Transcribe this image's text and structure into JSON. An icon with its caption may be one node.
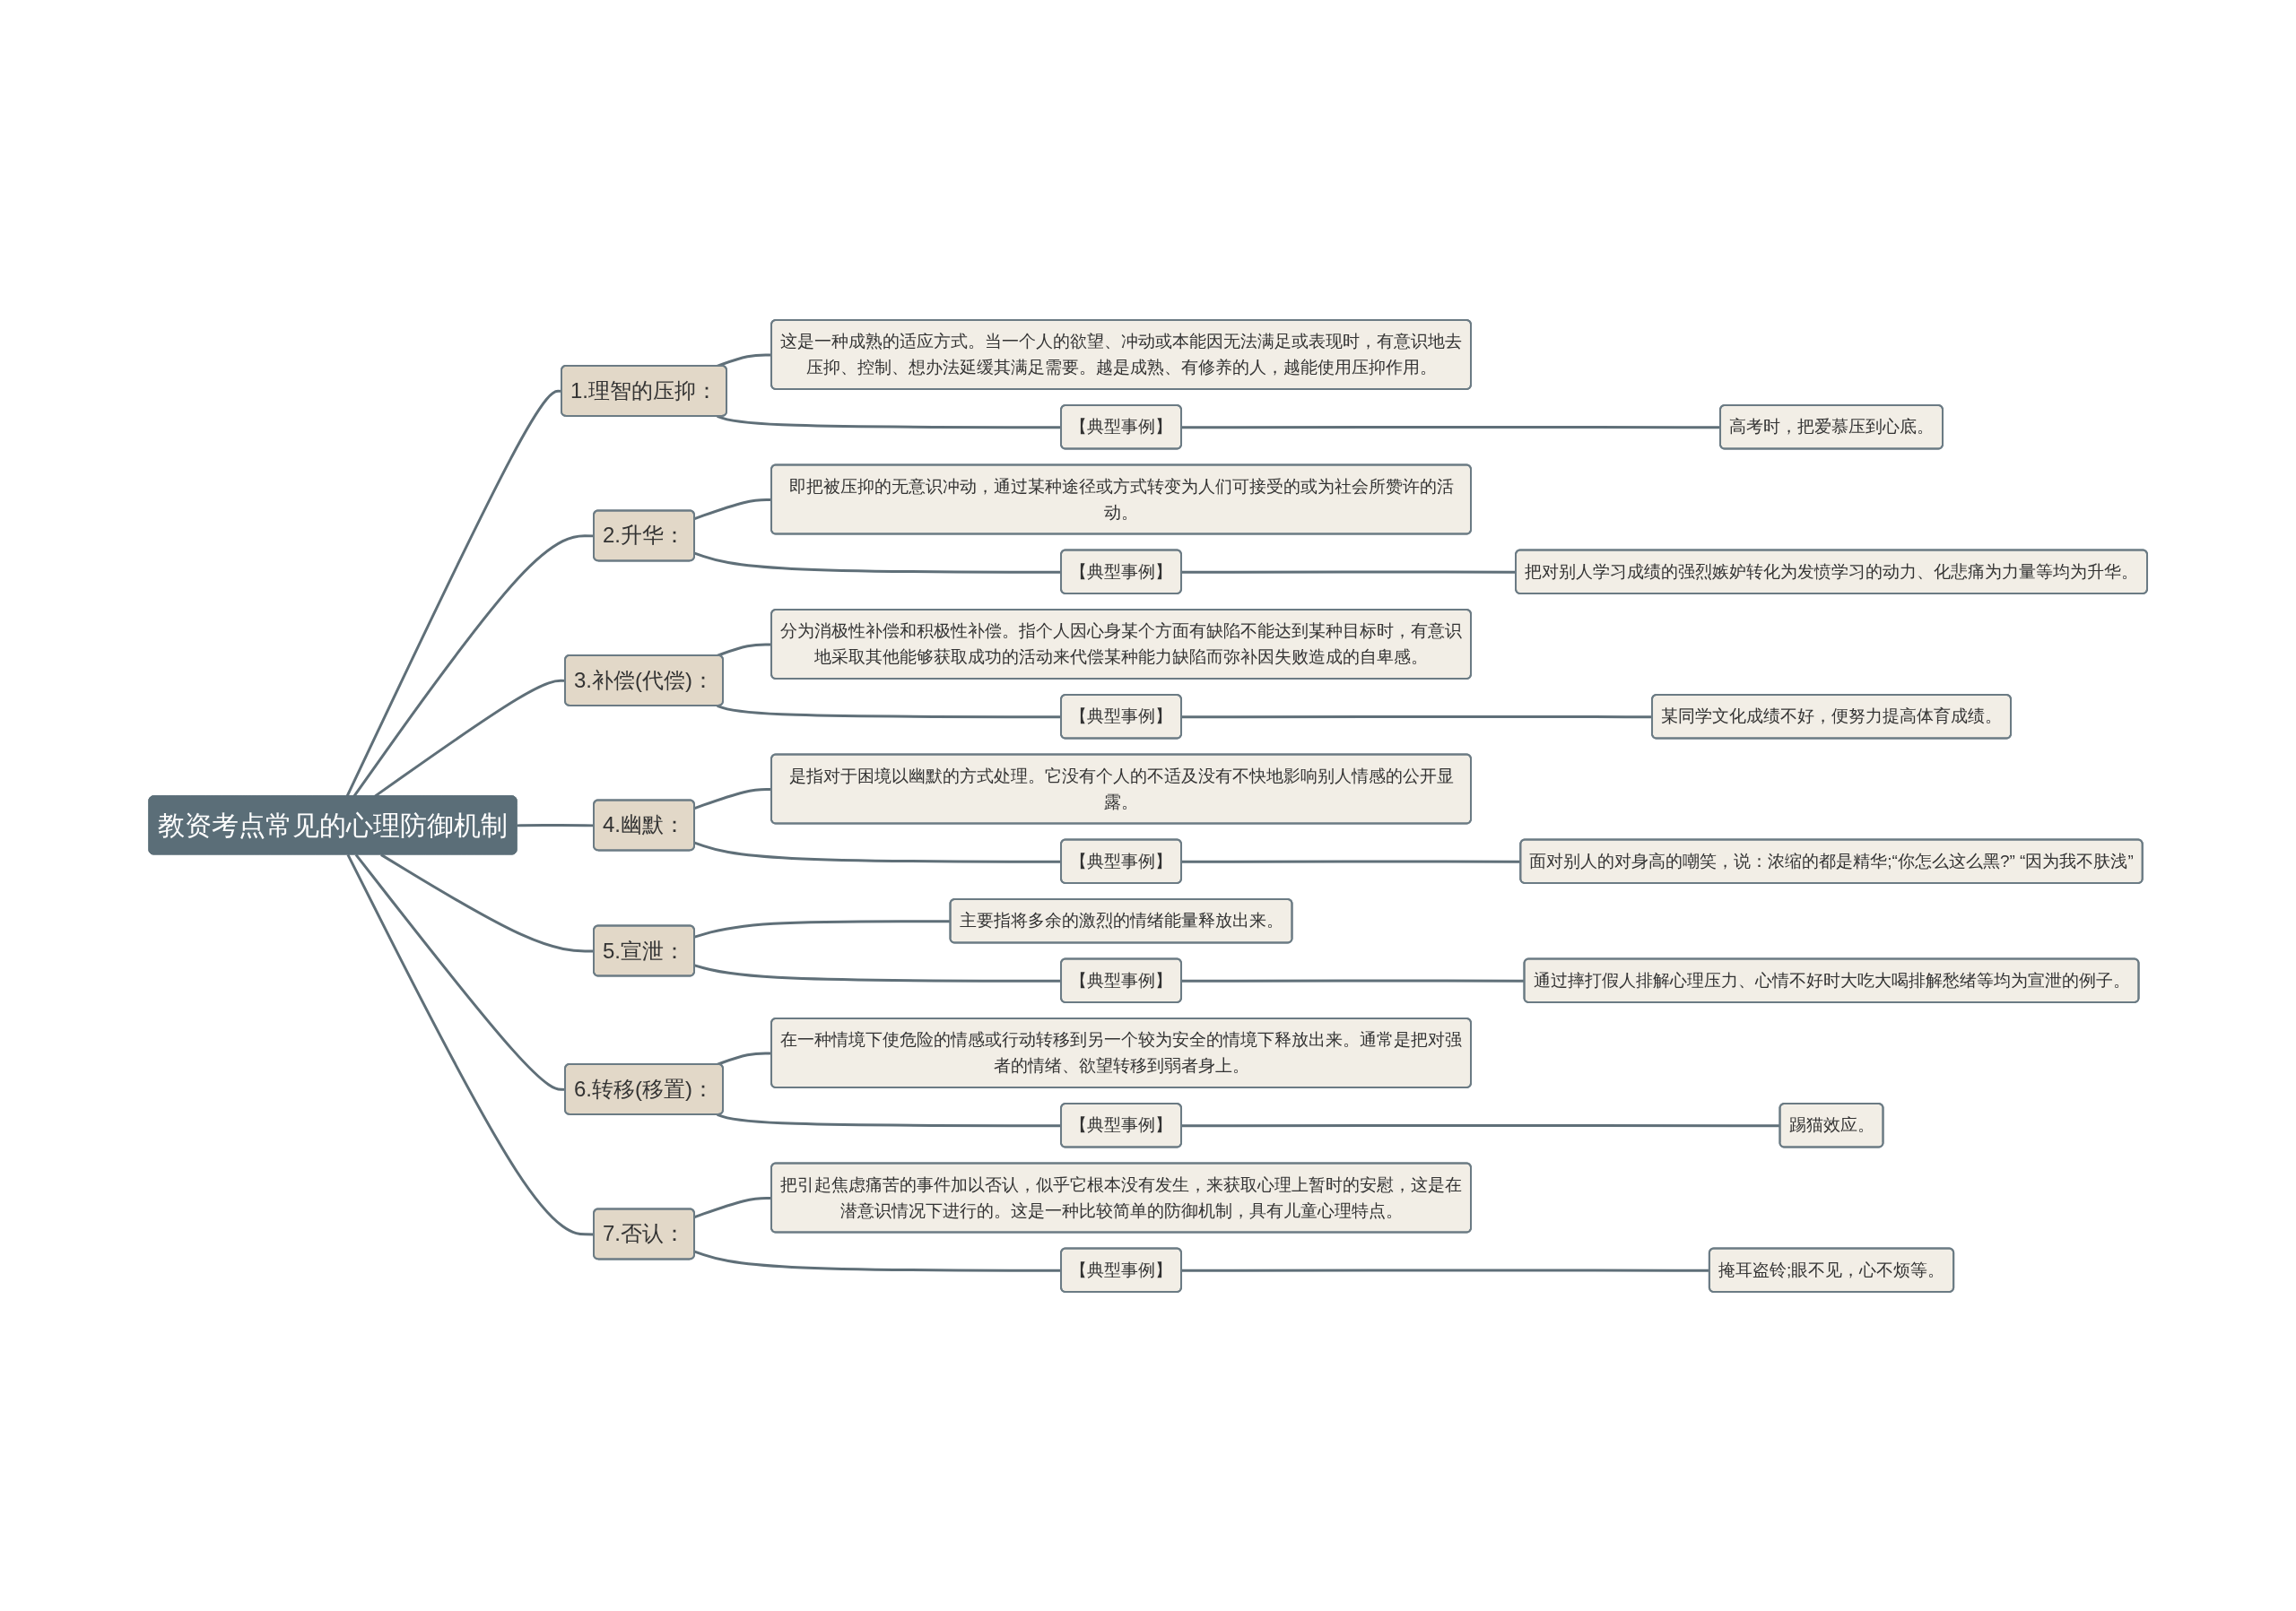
{
  "diagram": {
    "nodes": [
      {
        "text": [
          "教资考点常见的心理防御机制"
        ]
      },
      {
        "text": [
          "1.理智的压抑："
        ]
      },
      {
        "text": [
          "这是一种成熟的适应方式。当一个人的欲望、冲动或本能因无法满足或表现时，有意识地去压抑、控制、想办法延缓其满足需要。越是成熟、有修养的人，越能使用压抑作用。"
        ]
      },
      {
        "text": [
          "【典型事例】"
        ]
      },
      {
        "text": [
          "高考时，把爱慕压到心底。"
        ]
      },
      {
        "text": [
          "2.升华："
        ]
      },
      {
        "text": [
          "即把被压抑的无意识冲动，通过某种途径或方式转变为人们可接受的或为社会所赞许的活动。"
        ]
      },
      {
        "text": [
          "【典型事例】"
        ]
      },
      {
        "text": [
          "把对别人学习成绩的强烈嫉妒转化为发愤学习的动力、化悲痛为力量等均为升华。"
        ]
      },
      {
        "text": [
          "3.补偿(代偿)："
        ]
      },
      {
        "text": [
          "分为消极性补偿和积极性补偿。指个人因心身某个方面有缺陷不能达到某种目标时，有意识地采取其他能够获取成功的活动来代偿某种能力缺陷而弥补因失败造成的自卑感。"
        ]
      },
      {
        "text": [
          "【典型事例】"
        ]
      },
      {
        "text": [
          "某同学文化成绩不好，便努力提高体育成绩。"
        ]
      },
      {
        "text": [
          "4.幽默："
        ]
      },
      {
        "text": [
          "是指对于困境以幽默的方式处理。它没有个人的不适及没有不快地影响别人情感的公开显露。"
        ]
      },
      {
        "text": [
          "【典型事例】"
        ]
      },
      {
        "text": [
          "面对别人的对身高的嘲笑，说：浓缩的都是精华;“你怎么这么黑?” “因为我不肤浅”"
        ]
      },
      {
        "text": [
          "5.宣泄："
        ]
      },
      {
        "text": [
          "主要指将多余的激烈的情绪能量释放出来。"
        ]
      },
      {
        "text": [
          "【典型事例】"
        ]
      },
      {
        "text": [
          "通过摔打假人排解心理压力、心情不好时大吃大喝排解愁绪等均为宣泄的例子。"
        ]
      },
      {
        "text": [
          "6.转移(移置)："
        ]
      },
      {
        "text": [
          "在一种情境下使危险的情感或行动转移到另一个较为安全的情境下释放出来。通常是把对强者的情绪、欲望转移到弱者身上。"
        ]
      },
      {
        "text": [
          "【典型事例】"
        ]
      },
      {
        "text": [
          "踢猫效应。"
        ]
      },
      {
        "text": [
          "7.否认："
        ]
      },
      {
        "text": [
          "把引起焦虑痛苦的事件加以否认，似乎它根本没有发生，来获取心理上暂时的安慰，这是在潜意识情况下进行的。这是一种比较简单的防御机制，具有儿童心理特点。"
        ]
      },
      {
        "text": [
          "【典型事例】"
        ]
      },
      {
        "text": [
          "掩耳盗铃;眼不见，心不烦等。"
        ]
      }
    ],
    "edges": [
      {
        "from": 0,
        "to": 1,
        "arrow": "none"
      },
      {
        "from": 1,
        "to": 2,
        "arrow": "none"
      },
      {
        "from": 1,
        "to": 3,
        "arrow": "none"
      },
      {
        "from": 3,
        "to": 4,
        "arrow": "none"
      },
      {
        "from": 0,
        "to": 5,
        "arrow": "none"
      },
      {
        "from": 5,
        "to": 6,
        "arrow": "none"
      },
      {
        "from": 5,
        "to": 7,
        "arrow": "none"
      },
      {
        "from": 7,
        "to": 8,
        "arrow": "none"
      },
      {
        "from": 0,
        "to": 9,
        "arrow": "none"
      },
      {
        "from": 9,
        "to": 10,
        "arrow": "none"
      },
      {
        "from": 9,
        "to": 11,
        "arrow": "none"
      },
      {
        "from": 11,
        "to": 12,
        "arrow": "none"
      },
      {
        "from": 0,
        "to": 13,
        "arrow": "none"
      },
      {
        "from": 13,
        "to": 14,
        "arrow": "none"
      },
      {
        "from": 13,
        "to": 15,
        "arrow": "none"
      },
      {
        "from": 15,
        "to": 16,
        "arrow": "none"
      },
      {
        "from": 0,
        "to": 17,
        "arrow": "none"
      },
      {
        "from": 17,
        "to": 18,
        "arrow": "none"
      },
      {
        "from": 17,
        "to": 19,
        "arrow": "none"
      },
      {
        "from": 19,
        "to": 20,
        "arrow": "none"
      },
      {
        "from": 0,
        "to": 21,
        "arrow": "none"
      },
      {
        "from": 21,
        "to": 22,
        "arrow": "none"
      },
      {
        "from": 21,
        "to": 23,
        "arrow": "none"
      },
      {
        "from": 23,
        "to": 24,
        "arrow": "none"
      },
      {
        "from": 0,
        "to": 25,
        "arrow": "none"
      },
      {
        "from": 25,
        "to": 26,
        "arrow": "none"
      },
      {
        "from": 25,
        "to": 27,
        "arrow": "none"
      },
      {
        "from": 27,
        "to": 28,
        "arrow": "none"
      }
    ]
  }
}
